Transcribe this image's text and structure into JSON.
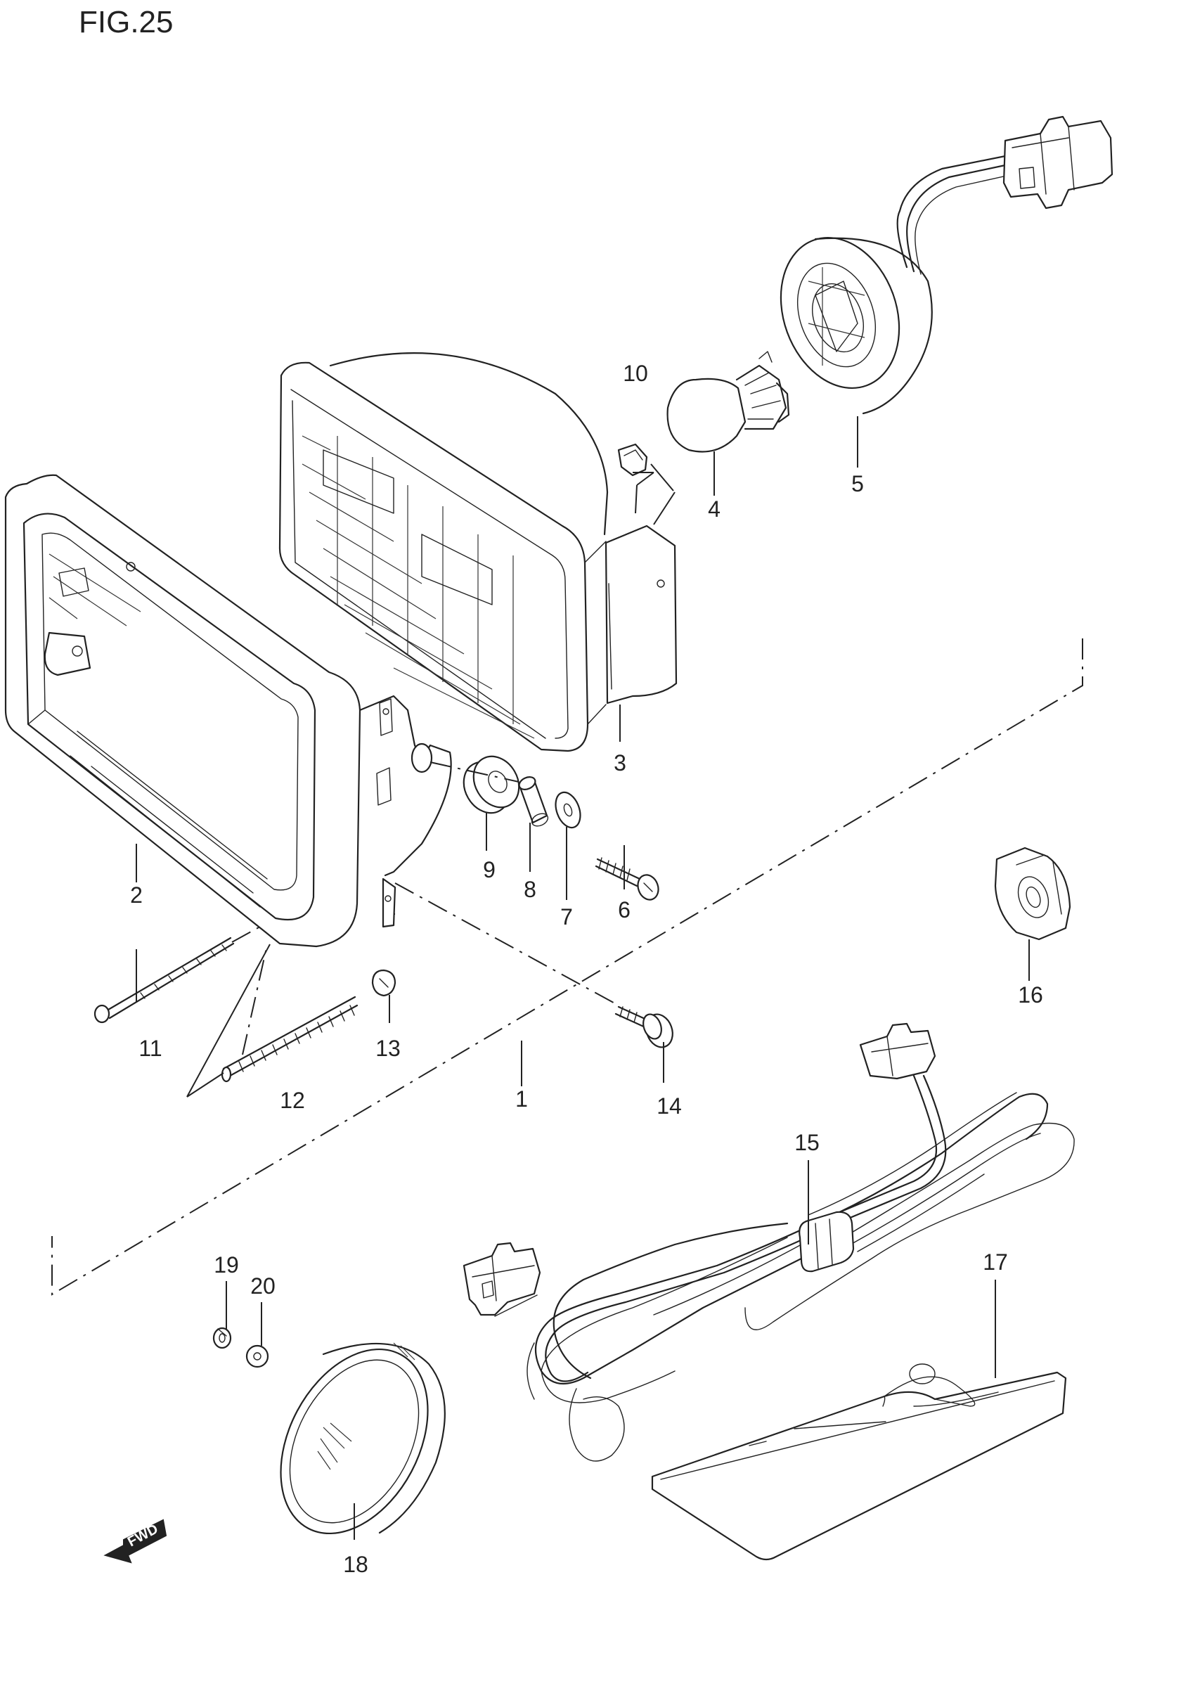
{
  "figure": {
    "title": "FIG.25",
    "fwd_label": "FWD"
  },
  "callouts": [
    {
      "id": "c1",
      "label": "1"
    },
    {
      "id": "c2",
      "label": "2"
    },
    {
      "id": "c3",
      "label": "3"
    },
    {
      "id": "c4",
      "label": "4"
    },
    {
      "id": "c5",
      "label": "5"
    },
    {
      "id": "c6",
      "label": "6"
    },
    {
      "id": "c7",
      "label": "7"
    },
    {
      "id": "c8",
      "label": "8"
    },
    {
      "id": "c9",
      "label": "9"
    },
    {
      "id": "c10",
      "label": "10"
    },
    {
      "id": "c11",
      "label": "11"
    },
    {
      "id": "c12",
      "label": "12"
    },
    {
      "id": "c13",
      "label": "13"
    },
    {
      "id": "c14",
      "label": "14"
    },
    {
      "id": "c15",
      "label": "15"
    },
    {
      "id": "c16",
      "label": "16"
    },
    {
      "id": "c17",
      "label": "17"
    },
    {
      "id": "c18",
      "label": "18"
    },
    {
      "id": "c19",
      "label": "19"
    },
    {
      "id": "c20",
      "label": "20"
    }
  ]
}
